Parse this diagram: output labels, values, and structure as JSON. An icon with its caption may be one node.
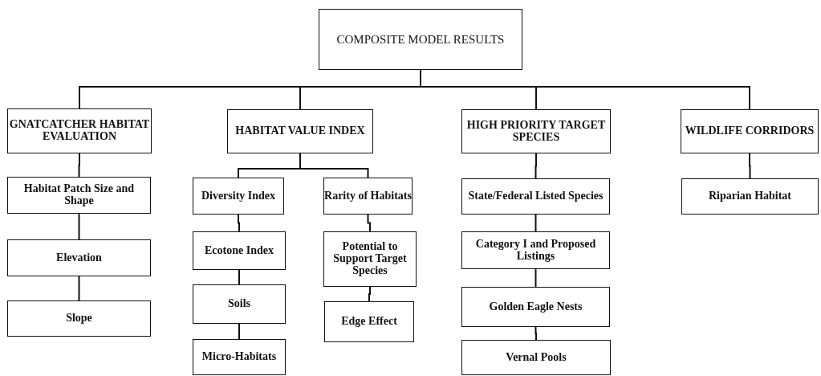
{
  "diagram": {
    "nodes": [
      {
        "text": [
          "COMPOSITE MODEL RESULTS"
        ]
      },
      {
        "text": [
          "GNATCATCHER HABITAT EVALUATION"
        ]
      },
      {
        "text": [
          "HABITAT VALUE INDEX"
        ]
      },
      {
        "text": [
          "HIGH PRIORITY TARGET SPECIES"
        ]
      },
      {
        "text": [
          "WILDLIFE CORRIDORS"
        ]
      },
      {
        "text": [
          "Habitat Patch Size and Shape"
        ]
      },
      {
        "text": [
          "Elevation"
        ]
      },
      {
        "text": [
          "Slope"
        ]
      },
      {
        "text": [
          "Diversity Index"
        ]
      },
      {
        "text": [
          "Ecotone Index"
        ]
      },
      {
        "text": [
          "Soils"
        ]
      },
      {
        "text": [
          "Micro-Habitats"
        ]
      },
      {
        "text": [
          "Rarity of Habitats"
        ]
      },
      {
        "text": [
          "Potential to Support Target Species"
        ]
      },
      {
        "text": [
          "Edge Effect"
        ]
      },
      {
        "text": [
          "State/Federal Listed Species"
        ]
      },
      {
        "text": [
          "Category I and Proposed Listings"
        ]
      },
      {
        "text": [
          "Golden Eagle Nests"
        ]
      },
      {
        "text": [
          "Vernal Pools"
        ]
      },
      {
        "text": [
          "Riparian Habitat"
        ]
      }
    ],
    "edges": [
      {
        "from": 0,
        "to": 1,
        "arrow": "none"
      },
      {
        "from": 0,
        "to": 2,
        "arrow": "none"
      },
      {
        "from": 0,
        "to": 3,
        "arrow": "none"
      },
      {
        "from": 0,
        "to": 4,
        "arrow": "none"
      },
      {
        "from": 1,
        "to": 5,
        "arrow": "none"
      },
      {
        "from": 5,
        "to": 6,
        "arrow": "none"
      },
      {
        "from": 6,
        "to": 7,
        "arrow": "none"
      },
      {
        "from": 2,
        "to": 8,
        "arrow": "none"
      },
      {
        "from": 2,
        "to": 12,
        "arrow": "none"
      },
      {
        "from": 8,
        "to": 9,
        "arrow": "none"
      },
      {
        "from": 9,
        "to": 10,
        "arrow": "none"
      },
      {
        "from": 10,
        "to": 11,
        "arrow": "none"
      },
      {
        "from": 12,
        "to": 13,
        "arrow": "none"
      },
      {
        "from": 13,
        "to": 14,
        "arrow": "none"
      },
      {
        "from": 3,
        "to": 15,
        "arrow": "none"
      },
      {
        "from": 15,
        "to": 16,
        "arrow": "none"
      },
      {
        "from": 16,
        "to": 17,
        "arrow": "none"
      },
      {
        "from": 17,
        "to": 18,
        "arrow": "none"
      },
      {
        "from": 4,
        "to": 19,
        "arrow": "none"
      }
    ]
  }
}
